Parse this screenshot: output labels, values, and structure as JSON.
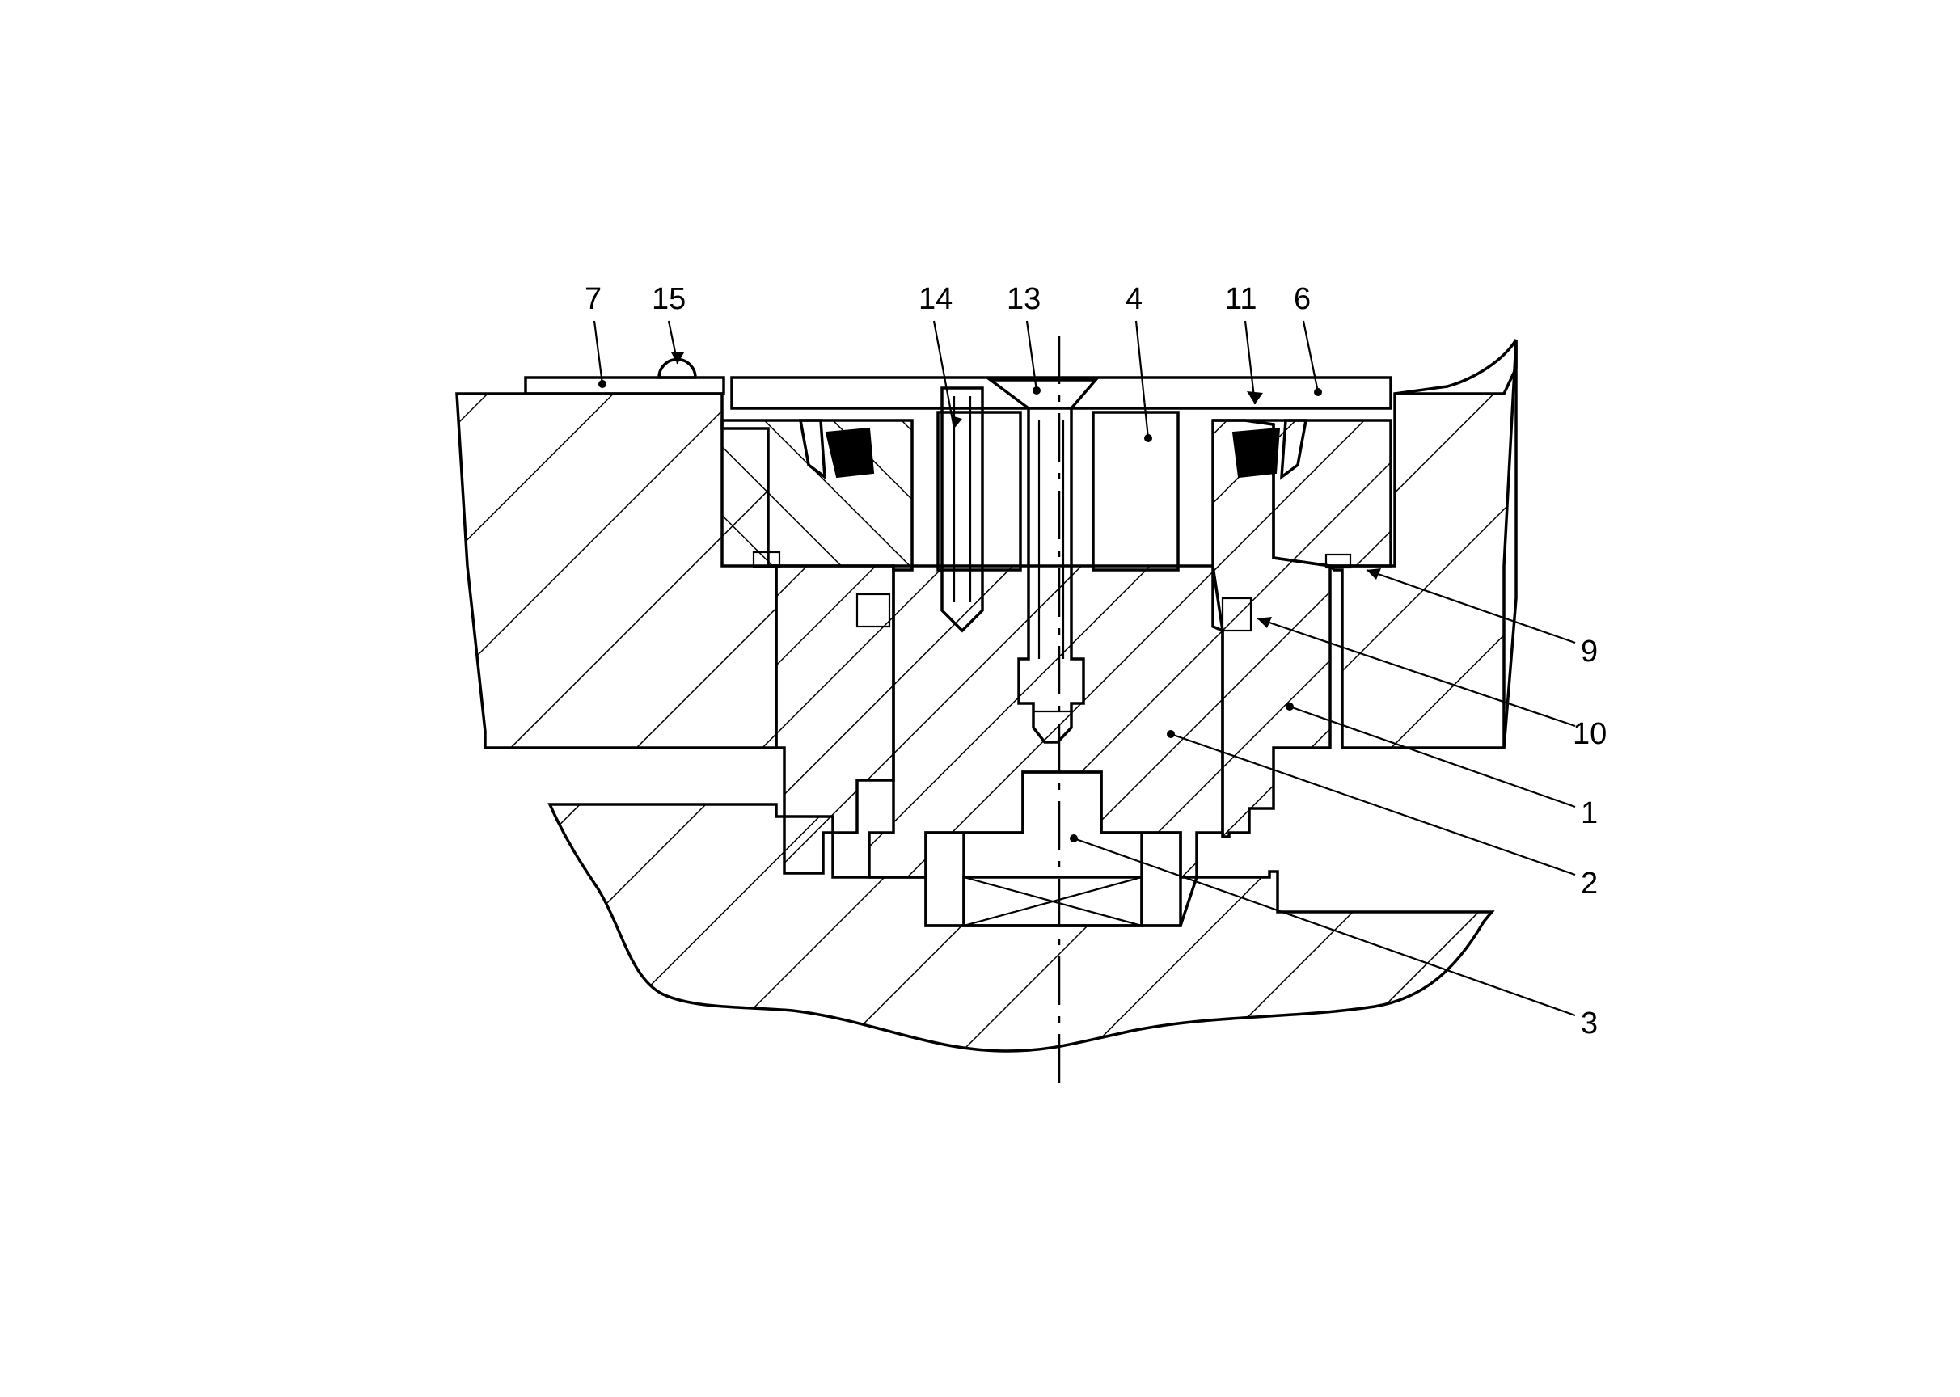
{
  "diagram": {
    "labels": {
      "l7": "7",
      "l15": "15",
      "l14": "14",
      "l13": "13",
      "l4": "4",
      "l11": "11",
      "l6": "6",
      "l9": "9",
      "l10": "10",
      "l1": "1",
      "l2": "2",
      "l3": "3"
    }
  }
}
